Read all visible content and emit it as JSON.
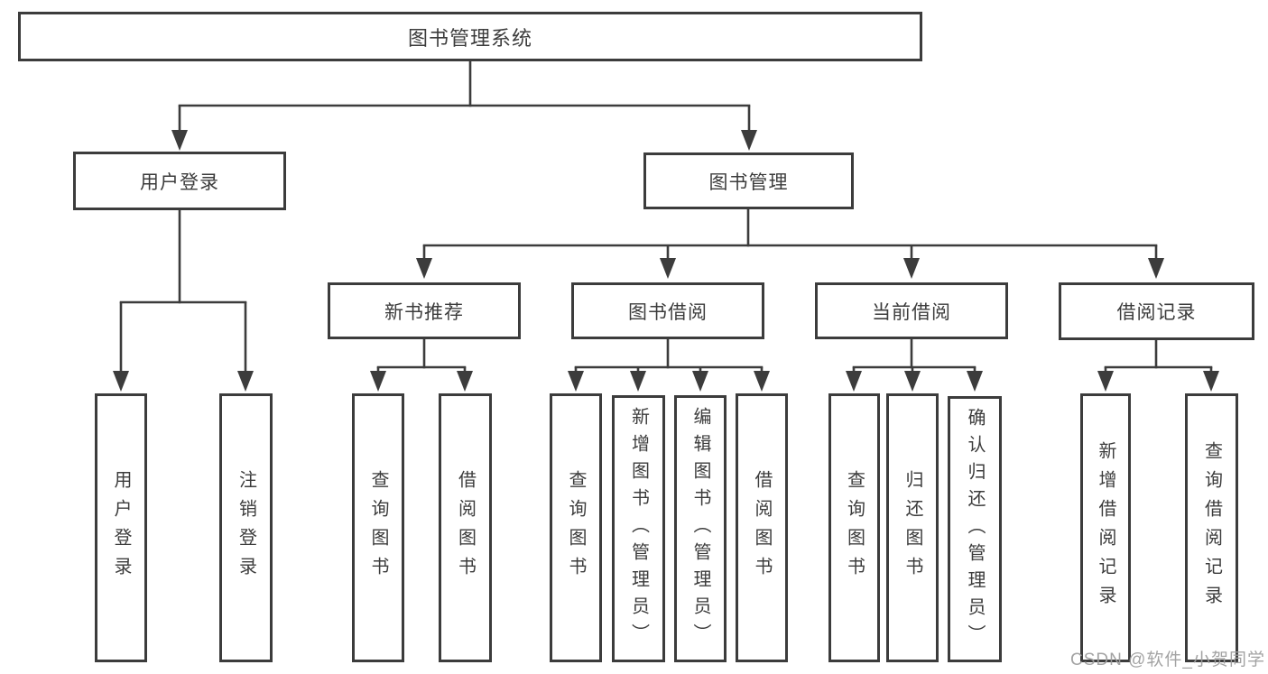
{
  "diagram_type": "hierarchy-tree",
  "tree": {
    "label": "图书管理系统",
    "children": [
      {
        "label": "用户登录",
        "children": [
          {
            "label": "用户登录"
          },
          {
            "label": "注销登录"
          }
        ]
      },
      {
        "label": "图书管理",
        "children": [
          {
            "label": "新书推荐",
            "children": [
              {
                "label": "查询图书"
              },
              {
                "label": "借阅图书"
              }
            ]
          },
          {
            "label": "图书借阅",
            "children": [
              {
                "label": "查询图书"
              },
              {
                "label": "新增图书（管理员）"
              },
              {
                "label": "编辑图书（管理员）"
              },
              {
                "label": "借阅图书"
              }
            ]
          },
          {
            "label": "当前借阅",
            "children": [
              {
                "label": "查询图书"
              },
              {
                "label": "归还图书"
              },
              {
                "label": "确认归还（管理员）"
              }
            ]
          },
          {
            "label": "借阅记录",
            "children": [
              {
                "label": "新增借阅记录"
              },
              {
                "label": "查询借阅记录"
              }
            ]
          }
        ]
      }
    ]
  },
  "watermark": "CSDN @软件_小贺同学",
  "colors": {
    "line": "#3c3c3c",
    "box_border": "#3c3c3c",
    "text": "#3c3c3c",
    "box_background": "#ffffff",
    "page_background": "#ffffff",
    "watermark": "#9e9e9e"
  }
}
